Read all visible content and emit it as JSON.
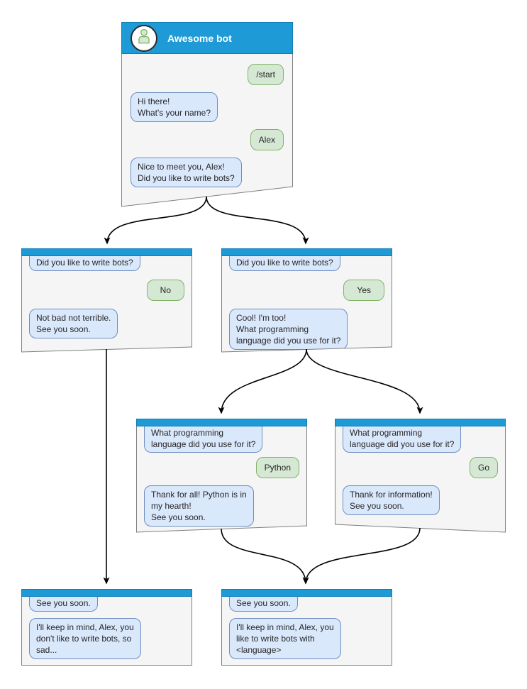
{
  "colors": {
    "header_blue": "#1e9ad7",
    "header_border": "#0f7cb4",
    "window_bg": "#f5f5f5",
    "window_border": "#808080",
    "bot_bubble_bg": "#dae8fc",
    "bot_bubble_border": "#6c8ebf",
    "user_bubble_bg": "#d5e8d4",
    "user_bubble_border": "#82b366",
    "arrow": "#000000"
  },
  "main_window": {
    "title": "Awesome bot",
    "avatar_icon": "person-icon",
    "messages": {
      "start": "/start",
      "ask_name": "Hi there!\nWhat's your name?",
      "name_reply": "Alex",
      "ask_bots": "Nice to meet you, Alex!\nDid you like to write bots?"
    }
  },
  "branch_no": {
    "question": "Did you like to write bots?",
    "answer": "No",
    "response": "Not bad not terrible.\nSee you soon."
  },
  "branch_yes": {
    "question": "Did you like to write bots?",
    "answer": "Yes",
    "response": "Cool! I'm too!\nWhat programming\nlanguage did you use for it?"
  },
  "branch_python": {
    "question": "What programming\nlanguage did you use for it?",
    "answer": "Python",
    "response": "Thank for all! Python is in\nmy hearth!\nSee you soon."
  },
  "branch_go": {
    "question": "What programming\nlanguage did you use for it?",
    "answer": "Go",
    "response": "Thank for information!\nSee you soon."
  },
  "end_no": {
    "question": "See you soon.",
    "response": "I'll keep in mind, Alex, you\ndon't like to write bots, so\nsad..."
  },
  "end_yes": {
    "question": "See you soon.",
    "response": "I'll keep in mind, Alex, you\nlike to write bots with\n<language>"
  }
}
